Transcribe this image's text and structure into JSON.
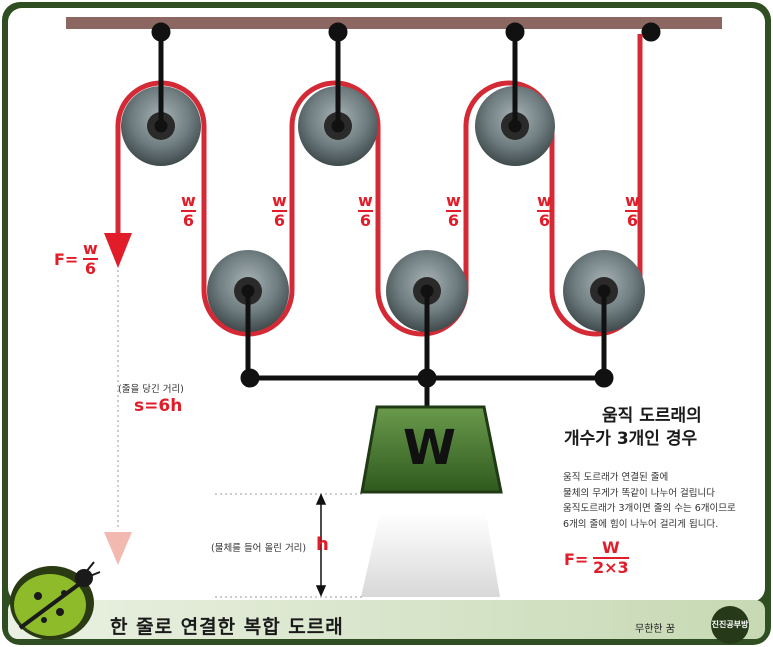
{
  "frame_color": "#2f4f22",
  "rope_color": "#d42a35",
  "accent_red": "#e11d2a",
  "weight_color": "#4b7a33",
  "rope_fraction": {
    "numerator": "w",
    "denominator": "6"
  },
  "force_label": {
    "prefix": "F=",
    "numerator": "w",
    "denominator": "6"
  },
  "pull_distance": {
    "note": "(줄을 당긴 거리)",
    "value": "s=6h"
  },
  "lift_distance": {
    "note": "(물체를 들어 올린 거리)",
    "value": "h"
  },
  "weight_label": "W",
  "title_lines": [
    "움직 도르래의",
    "개수가 3개인 경우"
  ],
  "description_lines": [
    "움직 도르래가 연결된 줄에",
    "물체의 무게가 똑같이 나누어 걸립니다",
    "움직도르래가 3개이면 줄의 수는 6개이므로",
    "6개의 줄에 힘이 나누어 걸리게 됩니다."
  ],
  "formula": {
    "prefix": "F=",
    "numerator": "W",
    "denominator": "2×3"
  },
  "footer_title": "한 줄로 연결한 복합 도르래",
  "brand": {
    "text": "무한한 꿈",
    "badge": "진진공부방"
  },
  "icons": [
    "ladybug-icon"
  ]
}
